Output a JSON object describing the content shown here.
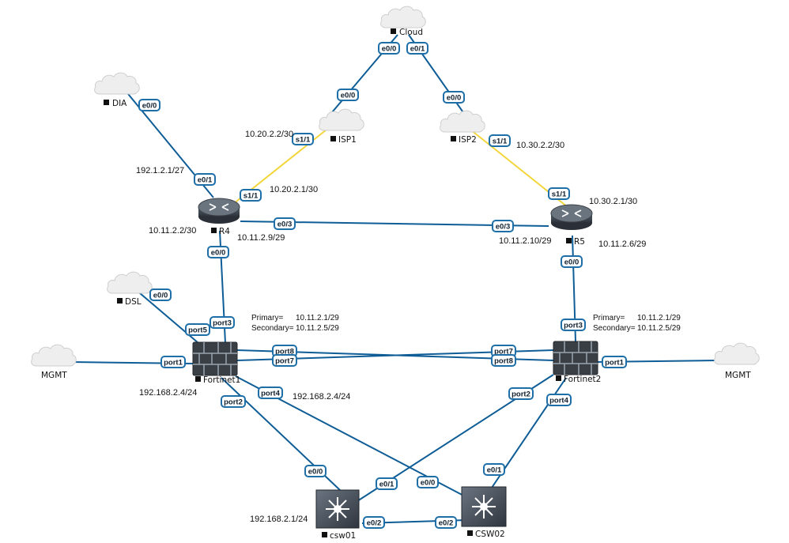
{
  "nodes": {
    "cloud": "Cloud",
    "dia": "DIA",
    "isp1": "ISP1",
    "isp2": "ISP2",
    "r4": "R4",
    "r5": "R5",
    "dsl": "DSL",
    "mgmt_left": "MGMT",
    "mgmt_right": "MGMT",
    "fortinet1": "Fortinet1",
    "fortinet2": "Fortinet2",
    "csw01": "csw01",
    "csw02": "CSW02"
  },
  "ports": {
    "cloud_e00": "e0/0",
    "cloud_e01": "e0/1",
    "isp1_e00": "e0/0",
    "isp1_s11": "s1/1",
    "isp2_e00": "e0/0",
    "isp2_s11": "s1/1",
    "dia_e00": "e0/0",
    "r4_e01": "e0/1",
    "r4_s11": "s1/1",
    "r4_e03": "e0/3",
    "r4_e00": "e0/0",
    "r5_s11": "s1/1",
    "r5_e03": "e0/3",
    "r5_e00": "e0/0",
    "dsl_e00": "e0/0",
    "f1_port3": "port3",
    "f1_port5": "port5",
    "f1_port1": "port1",
    "f1_port8": "port8",
    "f1_port7": "port7",
    "f1_port2": "port2",
    "f1_port4": "port4",
    "f2_port3": "port3",
    "f2_port7": "port7",
    "f2_port8": "port8",
    "f2_port1": "port1",
    "f2_port2": "port2",
    "f2_port4": "port4",
    "csw01_e00": "e0/0",
    "csw01_e01": "e0/1",
    "csw01_e02": "e0/2",
    "csw02_e00": "e0/0",
    "csw02_e01": "e0/1",
    "csw02_e02": "e0/2"
  },
  "addresses": {
    "isp1_s11_ip": "10.20.2.2/30",
    "isp2_s11_ip": "10.30.2.2/30",
    "r4_e01_ip": "192.1.2.1/27",
    "r4_s11_ip": "10.20.2.1/30",
    "r4_e00_ip": "10.11.2.2/30",
    "r4_e03_ip": "10.11.2.9/29",
    "r5_s11_ip": "10.30.2.1/30",
    "r5_e03_ip": "10.11.2.10/29",
    "r5_e00_ip": "10.11.2.6/29",
    "f1_mgmt_ip": "192.168.2.4/24",
    "f2_mgmt_ip": "192.168.2.4/24",
    "csw01_ip": "192.168.2.1/24"
  },
  "notes": {
    "f1_primary_label": "Primary=",
    "f1_primary_ip": "10.11.2.1/29",
    "f1_secondary_label": "Secondary=",
    "f1_secondary_ip": "10.11.2.5/29",
    "f2_primary_label": "Primary=",
    "f2_primary_ip": "10.11.2.1/29",
    "f2_secondary_label": "Secondary=",
    "f2_secondary_ip": "10.11.2.5/29"
  },
  "colors": {
    "link": "#0f5d96",
    "serial_link": "#f2d63c",
    "port_border": "#1e6fa8"
  },
  "icons": {
    "cloud": "cloud-icon",
    "router": "router-icon",
    "firewall": "firewall-icon",
    "switch": "switch-icon"
  }
}
